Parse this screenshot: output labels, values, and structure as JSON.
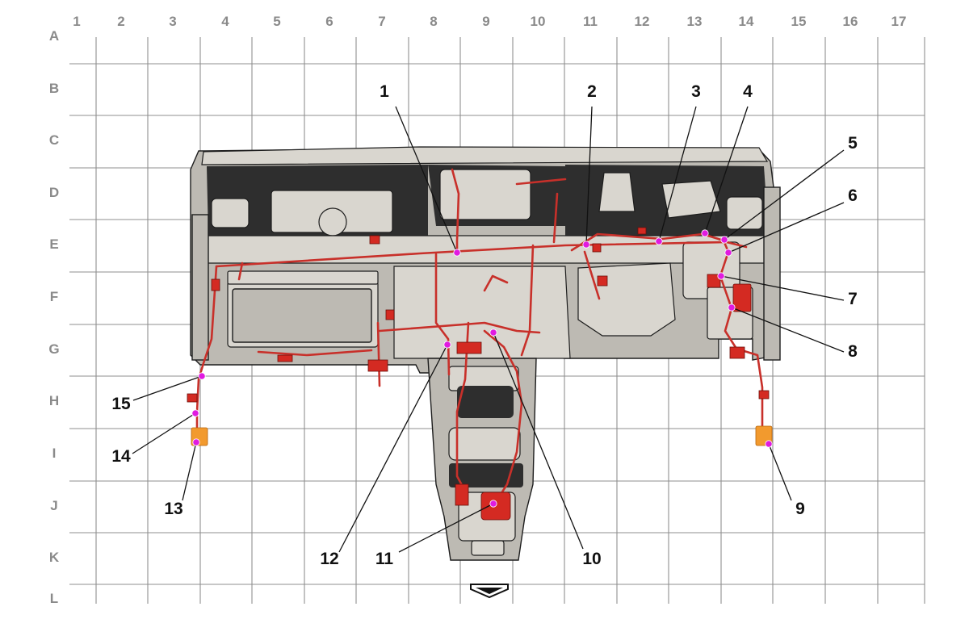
{
  "grid": {
    "columns": [
      "1",
      "2",
      "3",
      "4",
      "5",
      "6",
      "7",
      "8",
      "9",
      "10",
      "11",
      "12",
      "13",
      "14",
      "15",
      "16",
      "17"
    ],
    "rows": [
      "A",
      "B",
      "C",
      "D",
      "E",
      "F",
      "G",
      "H",
      "I",
      "J",
      "K",
      "L"
    ]
  },
  "callouts": [
    {
      "label": "1"
    },
    {
      "label": "2"
    },
    {
      "label": "3"
    },
    {
      "label": "4"
    },
    {
      "label": "5"
    },
    {
      "label": "6"
    },
    {
      "label": "7"
    },
    {
      "label": "8"
    },
    {
      "label": "9"
    },
    {
      "label": "10"
    },
    {
      "label": "11"
    },
    {
      "label": "12"
    },
    {
      "label": "13"
    },
    {
      "label": "14"
    },
    {
      "label": "15"
    }
  ],
  "colors": {
    "harness": "#c8302a",
    "connector_pin": "#e01ae0",
    "side_connector": "#f29a2e",
    "grid": "#8f8f8f"
  },
  "icons": {
    "front_arrow": "direction-arrow-icon"
  }
}
